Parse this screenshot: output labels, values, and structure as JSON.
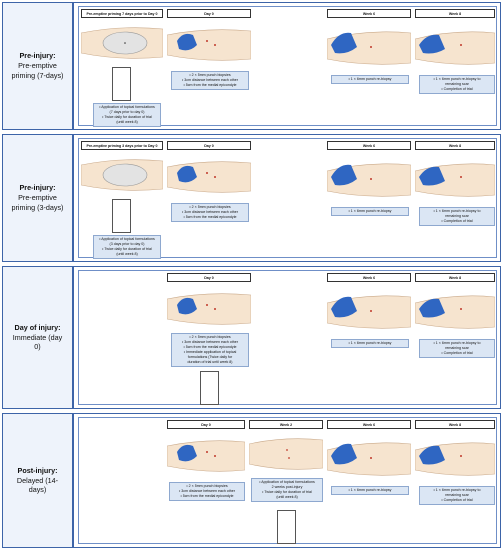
{
  "rows": [
    {
      "label_title": "Pre-injury:",
      "label_sub": "Pre-emptive priming (7-days)",
      "headers": [
        "Pre-emptive priming 7 days prior to Day 0",
        "Day 0",
        "Week 6",
        "Week 8"
      ],
      "notes": {
        "priming": [
          "• Application of topical formulations",
          "(7 days prior to day 0)",
          "• Twice daily for duration of trial",
          "(until week 8)"
        ],
        "day0": [
          "• 2 × 5mm punch biopsies",
          "• 3cm distance between each other",
          "• 5cm from the medial epicondyle"
        ],
        "week6": [
          "• 1 × 6mm punch re-biopsy"
        ],
        "week8": [
          "• 1 × 6mm punch re-biopsy to",
          "remaining scar",
          "• Completion of trial"
        ]
      }
    },
    {
      "label_title": "Pre-injury:",
      "label_sub": "Pre-emptive priming (3-days)",
      "headers": [
        "Pre-emptive priming 3 days prior to Day 0",
        "Day 0",
        "Week 6",
        "Week 8"
      ],
      "notes": {
        "priming": [
          "• Application of topical formulations",
          "(3 days prior to day 0)",
          "• Twice daily for duration of trial",
          "(until week 8)"
        ],
        "day0": [
          "• 2 × 5mm punch biopsies",
          "• 3cm distance between each other",
          "• 5cm from the medial epicondyle"
        ],
        "week6": [
          "• 1 × 6mm punch re-biopsy"
        ],
        "week8": [
          "• 1 × 6mm punch re-biopsy to",
          "remaining scar",
          "• Completion of trial"
        ]
      }
    },
    {
      "label_title": "Day of injury:",
      "label_sub": "Immediate (day 0)",
      "headers": [
        "Day 0",
        "Week 6",
        "Week 8"
      ],
      "notes": {
        "day0": [
          "• 2 × 5mm punch biopsies",
          "• 3cm distance between each other",
          "• 5cm from the medial epicondyle",
          "• Immediate application of topical",
          "formulations (Twice daily for",
          "duration of trial until week 8)"
        ],
        "week6": [
          "• 1 × 6mm punch re-biopsy"
        ],
        "week8": [
          "• 1 × 6mm punch re-biopsy to",
          "remaining scar",
          "• Completion of trial"
        ]
      }
    },
    {
      "label_title": "Post-injury:",
      "label_sub": "Delayed (14-days)",
      "headers": [
        "Day 0",
        "Week 2",
        "Week 6",
        "Week 8"
      ],
      "notes": {
        "day0": [
          "• 2 × 5mm punch biopsies",
          "• 3cm distance between each other",
          "• 5cm from the medial epicondyle"
        ],
        "week2": [
          "• Application of topical formulations",
          "2 weeks post-injury",
          "• Twice daily for duration of trial",
          "(until week 8)"
        ],
        "week6": [
          "• 1 × 6mm punch re-biopsy"
        ],
        "week8": [
          "• 1 × 6mm punch re-biopsy to",
          "remaining scar",
          "• Completion of trial"
        ]
      }
    }
  ],
  "colors": {
    "frame": "#3d64a8",
    "label_bg": "#eef3fb",
    "note_bg": "#dbe6f4",
    "skin": "#f6e4cf",
    "glove": "#2f66c2"
  }
}
